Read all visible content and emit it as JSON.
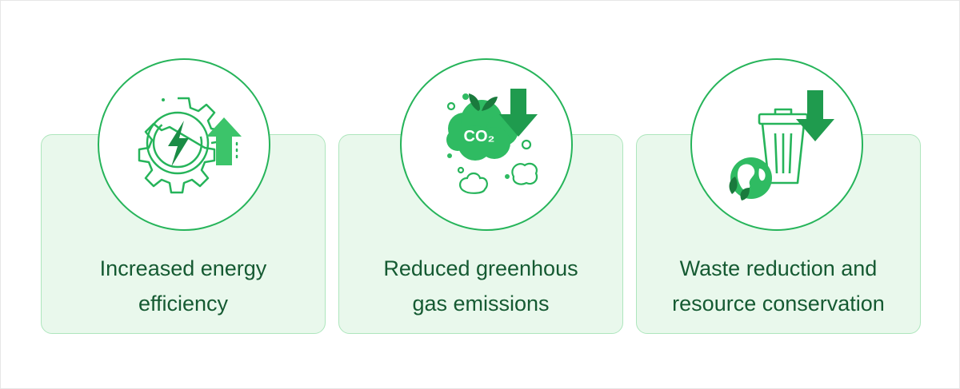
{
  "colors": {
    "accent": "#26b45a",
    "accent_dark": "#1a8c45",
    "card_bg": "#e9f8ec",
    "card_border": "#aee6bd",
    "text": "#155a32"
  },
  "cards": [
    {
      "icon": "energy-efficiency-icon",
      "line1": "Increased energy",
      "line2": "efficiency"
    },
    {
      "icon": "co2-reduction-icon",
      "line1": "Reduced greenhous",
      "line2": "gas emissions"
    },
    {
      "icon": "waste-reduction-icon",
      "line1": "Waste reduction and",
      "line2": "resource conservation"
    }
  ],
  "co2_label": "CO₂"
}
